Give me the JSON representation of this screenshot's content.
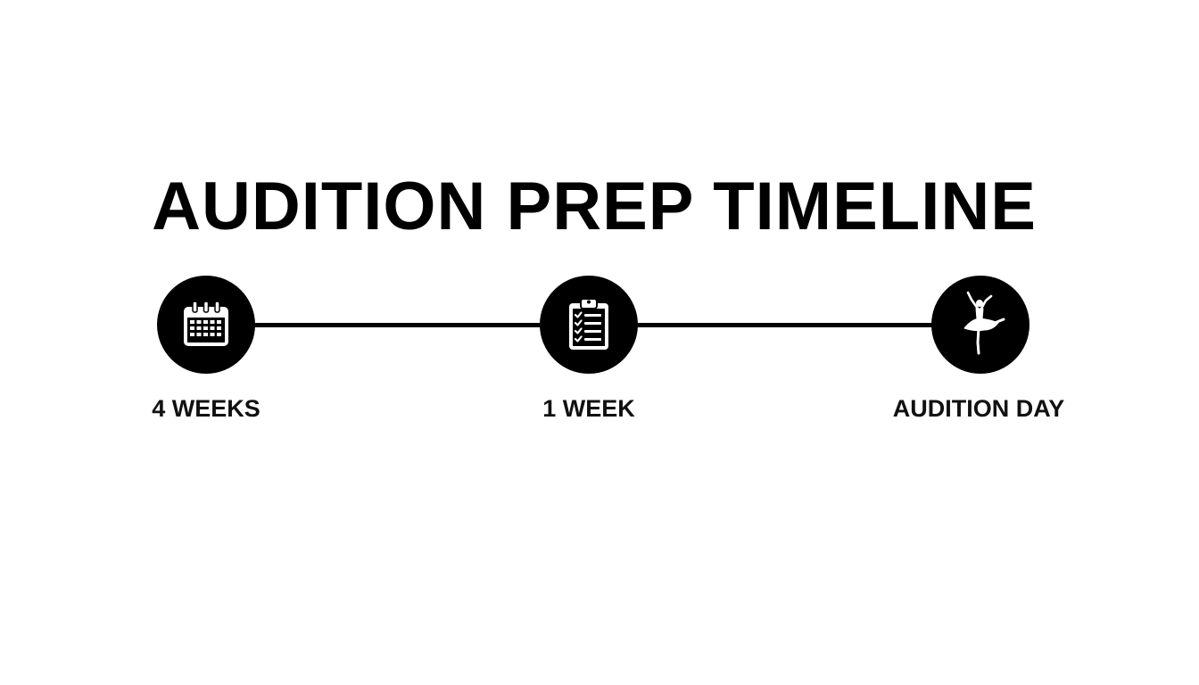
{
  "title": "AUDITION PREP TIMELINE",
  "colors": {
    "background": "#ffffff",
    "ink": "#000000"
  },
  "milestones": [
    {
      "label": "4 WEEKS",
      "icon": "calendar-icon"
    },
    {
      "label": "1 WEEK",
      "icon": "clipboard-checklist-icon"
    },
    {
      "label": "AUDITION DAY",
      "icon": "ballerina-icon"
    }
  ]
}
